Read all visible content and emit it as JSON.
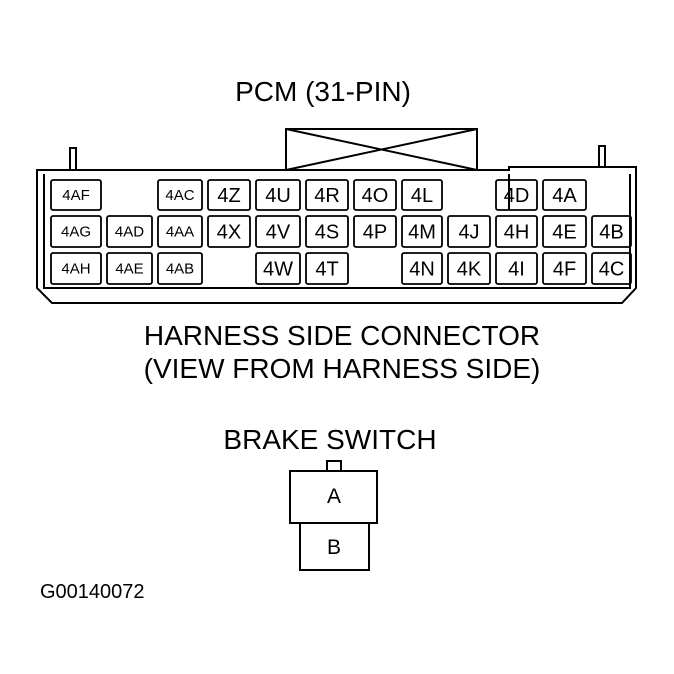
{
  "pcm_title": "PCM (31-PIN)",
  "connector": {
    "pins": {
      "r0c0": "4AF",
      "r0c2": "4AC",
      "r0c3": "4Z",
      "r0c4": "4U",
      "r0c5": "4R",
      "r0c6": "4O",
      "r0c7": "4L",
      "r0c9": "4D",
      "r0c10": "4A",
      "r1c0": "4AG",
      "r1c1": "4AD",
      "r1c2": "4AA",
      "r1c3": "4X",
      "r1c4": "4V",
      "r1c5": "4S",
      "r1c6": "4P",
      "r1c7": "4M",
      "r1c8": "4J",
      "r1c9": "4H",
      "r1c10": "4E",
      "r1c11": "4B",
      "r2c0": "4AH",
      "r2c1": "4AE",
      "r2c2": "4AB",
      "r2c4": "4W",
      "r2c5": "4T",
      "r2c7": "4N",
      "r2c8": "4K",
      "r2c9": "4I",
      "r2c10": "4F",
      "r2c11": "4C"
    },
    "caption_line1": "HARNESS SIDE CONNECTOR",
    "caption_line2": "(VIEW FROM HARNESS SIDE)"
  },
  "brake_switch": {
    "title": "BRAKE SWITCH",
    "pin_a": "A",
    "pin_b": "B"
  },
  "figure_id": "G00140072"
}
